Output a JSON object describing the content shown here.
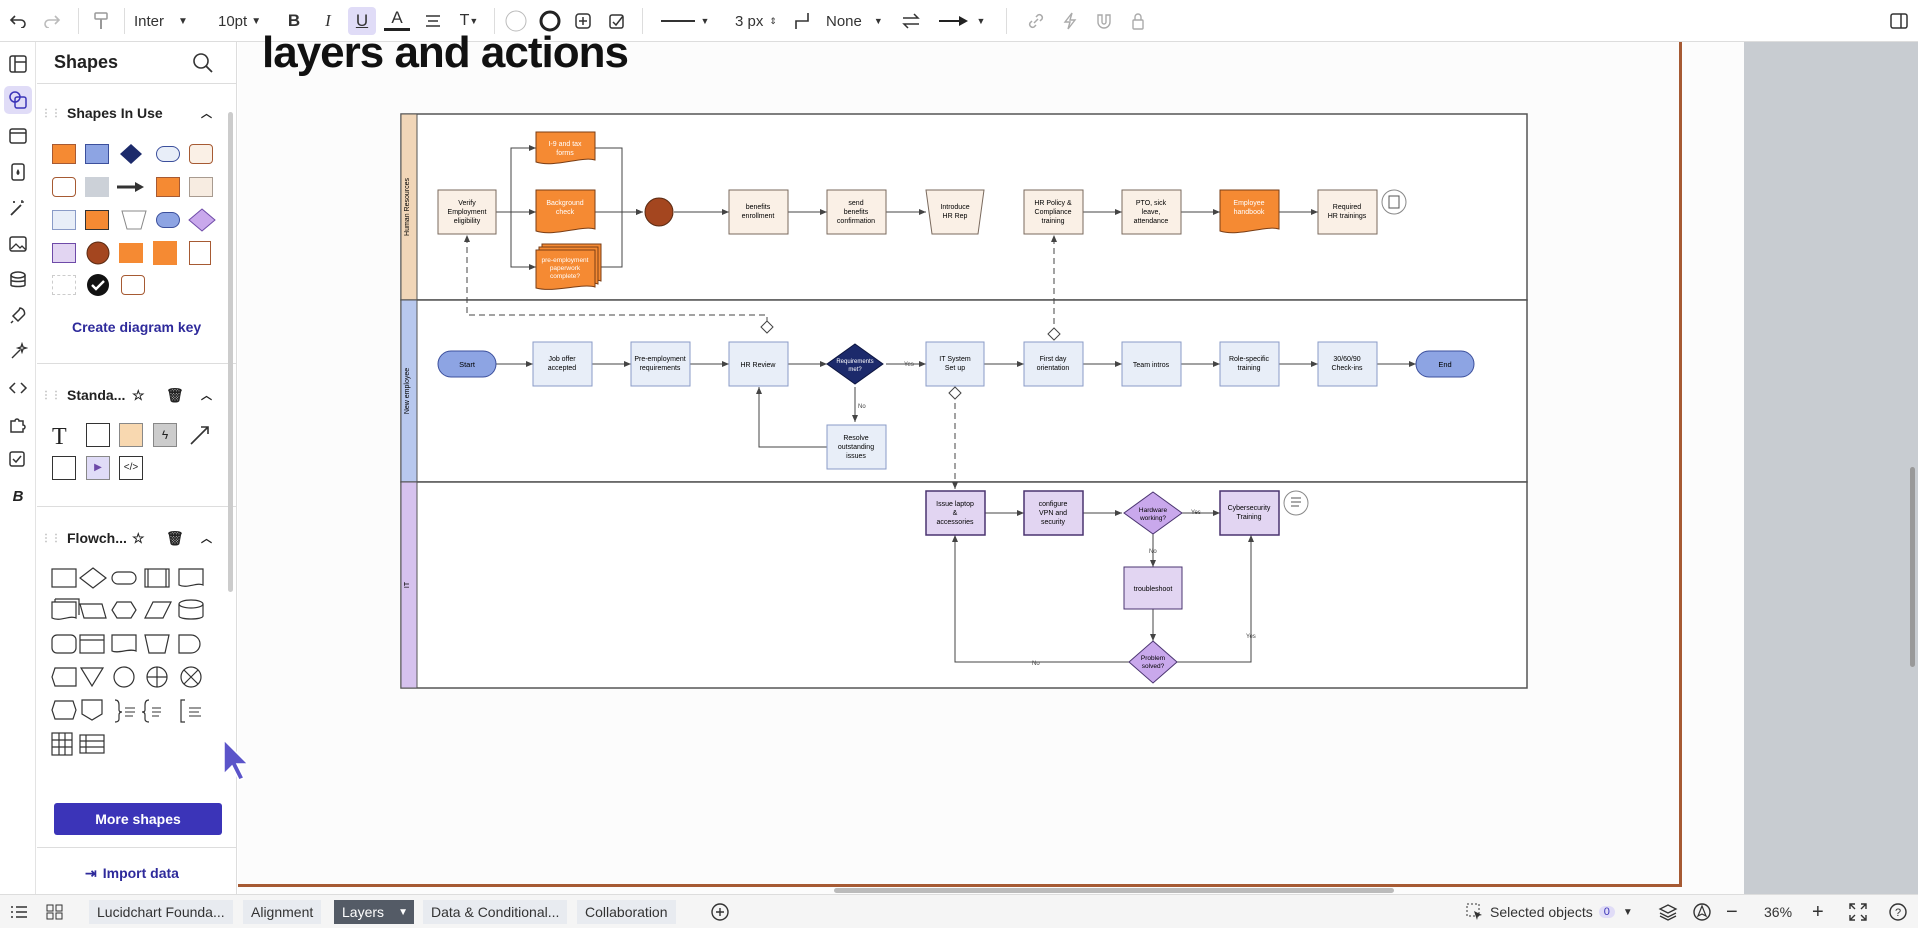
{
  "toolbar": {
    "font": "Inter",
    "font_size": "10pt",
    "bold": "B",
    "italic": "I",
    "underline": "U",
    "text_color": "A",
    "line_width": "3 px",
    "endpoint": "None"
  },
  "panel": {
    "title": "Shapes",
    "sections": {
      "in_use": "Shapes In Use",
      "standard": "Standa...",
      "flowchart": "Flowch..."
    },
    "create_key": "Create diagram key",
    "more_shapes": "More shapes",
    "import_data": "Import data"
  },
  "canvas": {
    "heading": "layers and actions"
  },
  "diagram": {
    "lanes": [
      "Human Resources",
      "New employee",
      "IT"
    ],
    "hr": {
      "verify": [
        "Verify",
        "Employment",
        "eligibility"
      ],
      "i9": [
        "I-9 and tax",
        "forms"
      ],
      "background": [
        "Background",
        "check"
      ],
      "preemp_doc": [
        "pre-employment",
        "paperwork",
        "complete?"
      ],
      "benefits": [
        "benefits",
        "enrollment"
      ],
      "send_benefits": [
        "send",
        "benefits",
        "confirmation"
      ],
      "introduce": [
        "Introduce",
        "HR Rep"
      ],
      "policy": [
        "HR Policy &",
        "Compliance",
        "training"
      ],
      "pto": [
        "PTO, sick",
        "leave,",
        "attendance"
      ],
      "handbook": [
        "Employee",
        "handbook"
      ],
      "required": [
        "Required",
        "HR trainings"
      ]
    },
    "ne": {
      "start": "Start",
      "offer": [
        "Job offer",
        "accepted"
      ],
      "prereq": [
        "Pre-employment",
        "requirements"
      ],
      "review": "HR Review",
      "decision": [
        "Requirements",
        "met?"
      ],
      "resolve": [
        "Resolve",
        "outstanding",
        "issues"
      ],
      "itsetup": [
        "IT System",
        "Set up"
      ],
      "firstday": [
        "First day",
        "orientation"
      ],
      "intros": "Team intros",
      "role": [
        "Role-specific",
        "training"
      ],
      "checkins": [
        "30/60/90",
        "Check-ins"
      ],
      "end": "End",
      "yes": "Yes",
      "no": "No"
    },
    "it": {
      "laptop": [
        "Issue laptop",
        "&",
        "accessories"
      ],
      "vpn": [
        "configure",
        "VPN and",
        "security"
      ],
      "hw": [
        "Hardware",
        "working?"
      ],
      "cyber": [
        "Cybersecurity",
        "Training"
      ],
      "troubleshoot": "troubleshoot",
      "solved": [
        "Problem",
        "solved?"
      ],
      "yes": "Yes",
      "no": "No"
    }
  },
  "bottom": {
    "tabs": [
      "Lucidchart Founda...",
      "Alignment",
      "Layers",
      "Data & Conditional...",
      "Collaboration"
    ],
    "selected_objects": "Selected objects",
    "selected_count": "0",
    "zoom": "36%"
  },
  "colors": {
    "accent": "#3b34b8",
    "orange": "#f58a33",
    "hr_fill": "#faf0e6",
    "ne_fill": "#e8eef8",
    "it_fill": "#e2d5f2",
    "navy": "#1c2a6b",
    "brown": "#a4461f"
  }
}
